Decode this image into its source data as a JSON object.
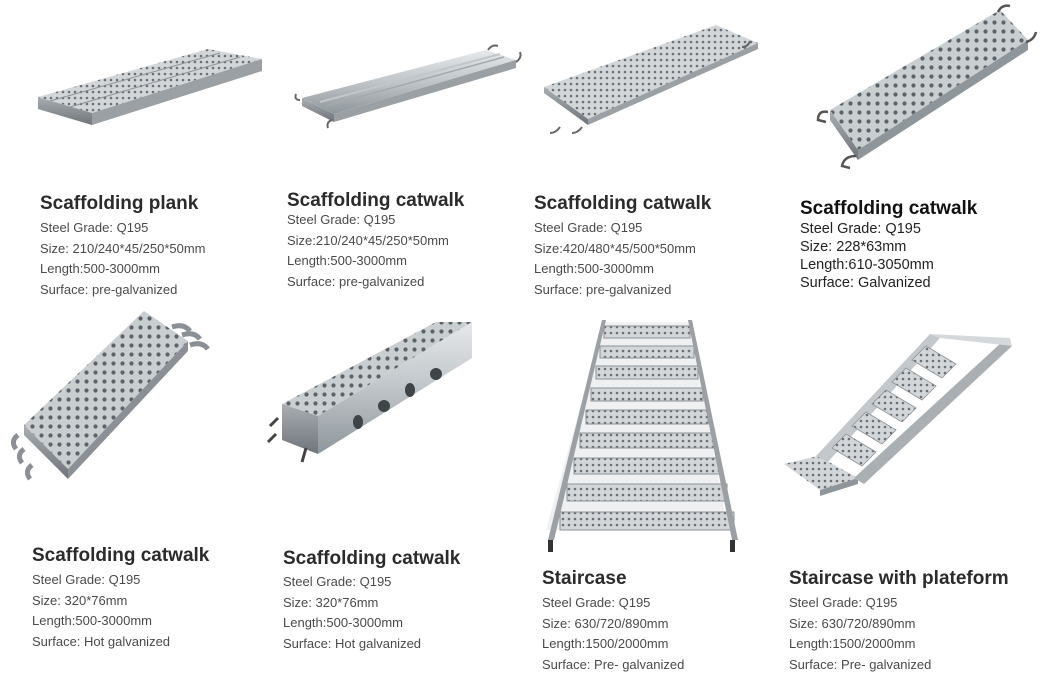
{
  "products": [
    {
      "title": "Scaffolding plank",
      "specs": [
        "Steel Grade: Q195",
        "Size: 210/240*45/250*50mm",
        "Length:500-3000mm",
        "Surface: pre-galvanized"
      ]
    },
    {
      "title": "Scaffolding catwalk",
      "specs": [
        "Steel Grade: Q195",
        "Size:210/240*45/250*50mm",
        "Length:500-3000mm",
        "Surface: pre-galvanized"
      ]
    },
    {
      "title": "Scaffolding catwalk",
      "specs": [
        "Steel Grade: Q195",
        "Size:420/480*45/500*50mm",
        "Length:500-3000mm",
        "Surface: pre-galvanized"
      ]
    },
    {
      "title": "Scaffolding catwalk",
      "specs": [
        "Steel Grade: Q195",
        "Size: 228*63mm",
        "Length:610-3050mm",
        "Surface: Galvanized"
      ]
    },
    {
      "title": "Scaffolding catwalk",
      "specs": [
        "Steel Grade: Q195",
        "Size: 320*76mm",
        "Length:500-3000mm",
        "Surface: Hot galvanized"
      ]
    },
    {
      "title": "Scaffolding catwalk",
      "specs": [
        "Steel Grade: Q195",
        "Size: 320*76mm",
        "Length:500-3000mm",
        "Surface: Hot galvanized"
      ]
    },
    {
      "title": "Staircase",
      "specs": [
        "Steel Grade: Q195",
        "Size: 630/720/890mm",
        "Length:1500/2000mm",
        "Surface: Pre- galvanized"
      ]
    },
    {
      "title": "Staircase with plateform",
      "specs": [
        "Steel Grade: Q195",
        "Size: 630/720/890mm",
        "Length:1500/2000mm",
        "Surface: Pre- galvanized"
      ]
    }
  ],
  "colors": {
    "steel_light": "#d9dde0",
    "steel_mid": "#aeb4b8",
    "steel_dark": "#7d8388",
    "text_title": "#2b2b2b",
    "text_body": "#4a4a4a"
  }
}
